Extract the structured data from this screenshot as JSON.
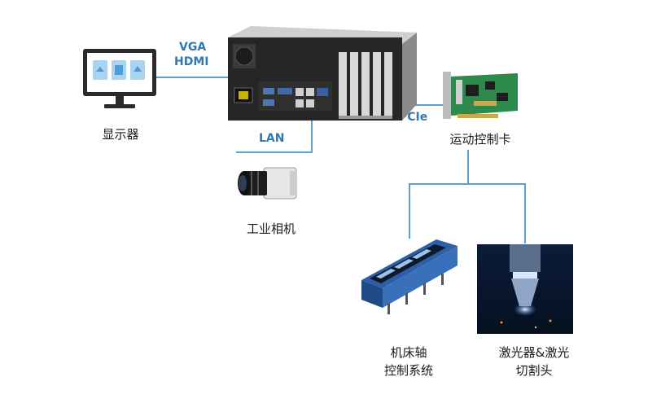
{
  "colors": {
    "connector": "#5f9fd0",
    "label_blue": "#2f78b4"
  },
  "connections": {
    "vga_hdmi": [
      "VGA",
      "HDMI"
    ],
    "lan": "LAN",
    "pcie": "PCIe"
  },
  "nodes": {
    "monitor": {
      "label": "显示器",
      "icon": "monitor-icon"
    },
    "industrial_pc": {
      "icon": "industrial-pc-icon"
    },
    "camera": {
      "label": "工业相机",
      "icon": "camera-icon"
    },
    "motion_card": {
      "label": "运动控制卡",
      "icon": "pcie-card-icon"
    },
    "machine_axis": {
      "label": [
        "机床轴",
        "控制系统"
      ],
      "icon": "machine-axis-icon"
    },
    "laser": {
      "label": [
        "激光器&激光",
        "切割头"
      ],
      "icon": "laser-head-icon"
    }
  }
}
